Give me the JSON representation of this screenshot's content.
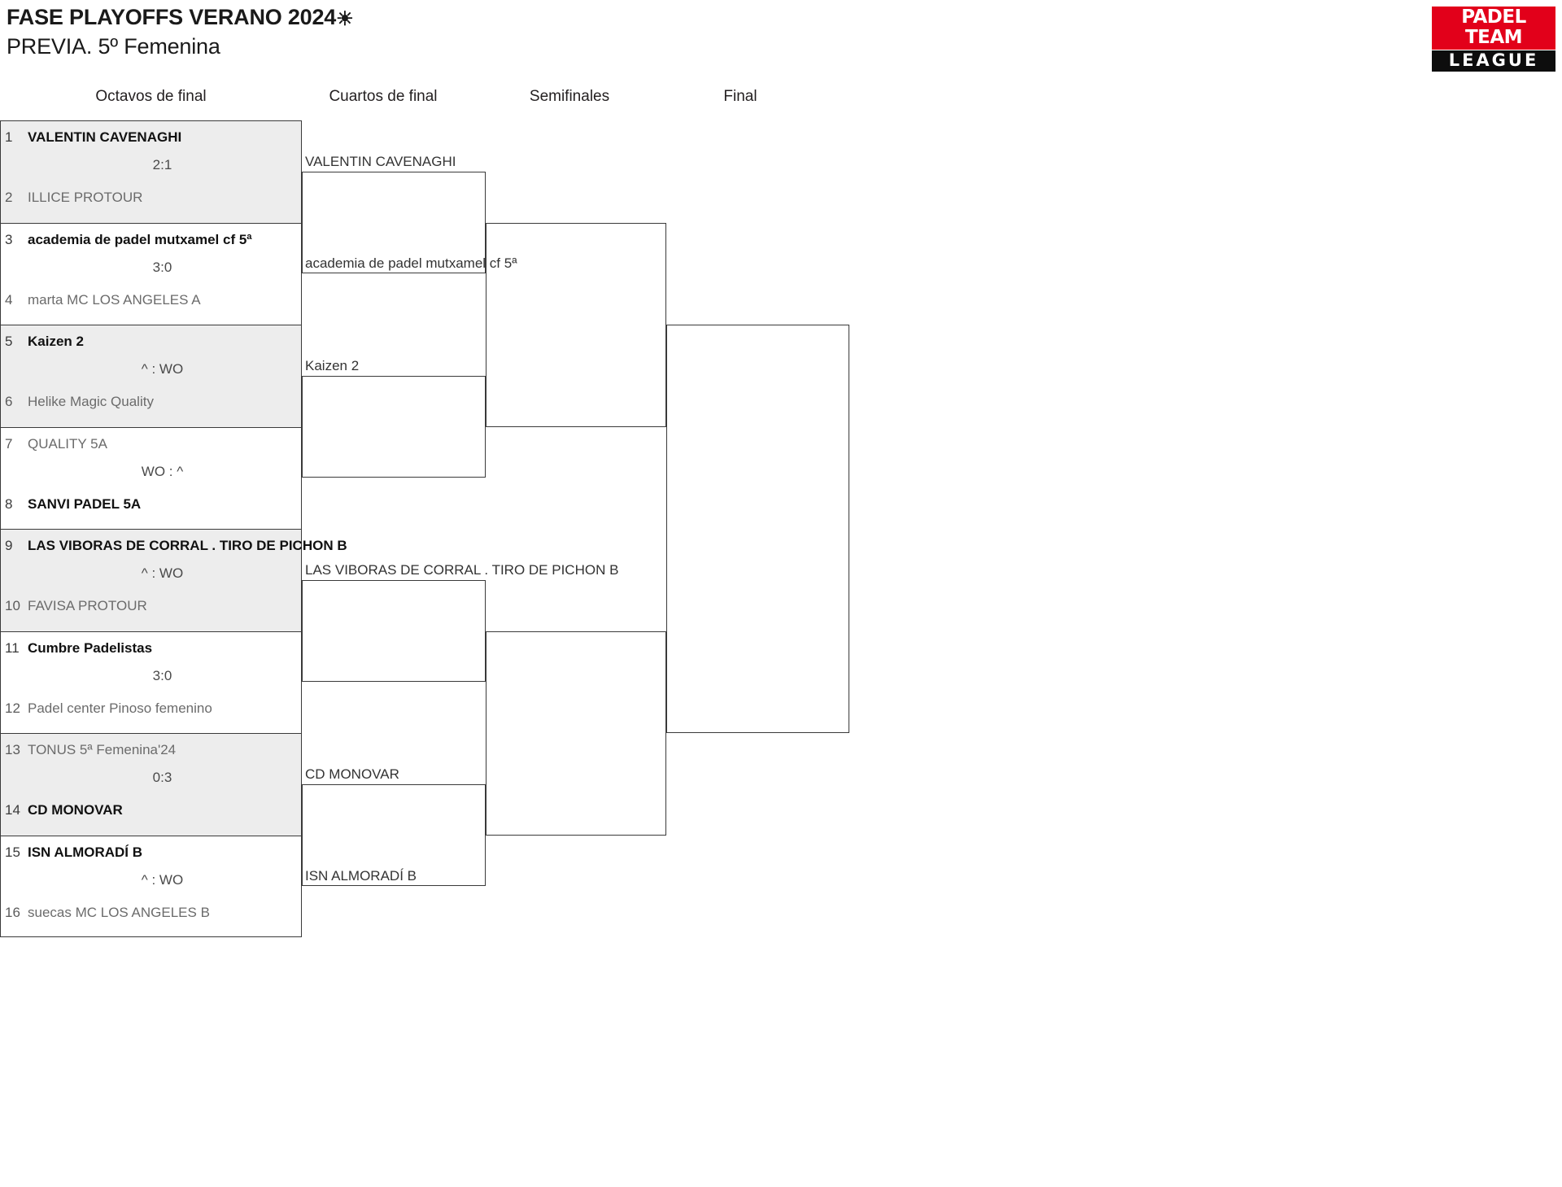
{
  "header": {
    "title_line1": "FASE PLAYOFFS VERANO 2024",
    "sun_icon": "☀",
    "title_line2": "PREVIA. 5º Femenina",
    "logo_top": "PADEL TEAM",
    "logo_bottom": "LEAGUE"
  },
  "rounds": [
    {
      "label": "Octavos de final"
    },
    {
      "label": "Cuartos de final"
    },
    {
      "label": "Semifinales"
    },
    {
      "label": "Final"
    }
  ],
  "colors": {
    "shaded_row": "#ededed",
    "border": "#3a3a3a",
    "winner_text": "#111111",
    "loser_text": "#6b6b6b",
    "logo_red": "#e2001a",
    "logo_black": "#0d0d0d"
  },
  "bracket": {
    "round1": [
      {
        "score": "2:1",
        "teams": [
          {
            "seed": "1",
            "name": "VALENTIN CAVENAGHI",
            "winner": true
          },
          {
            "seed": "2",
            "name": "ILLICE PROTOUR",
            "winner": false
          }
        ]
      },
      {
        "score": "3:0",
        "teams": [
          {
            "seed": "3",
            "name": "academia de padel mutxamel cf 5ª",
            "winner": true
          },
          {
            "seed": "4",
            "name": "marta MC LOS ANGELES A",
            "winner": false
          }
        ]
      },
      {
        "score": "^ : WO",
        "teams": [
          {
            "seed": "5",
            "name": "Kaizen 2",
            "winner": true
          },
          {
            "seed": "6",
            "name": "Helike Magic Quality",
            "winner": false
          }
        ]
      },
      {
        "score": "WO : ^",
        "teams": [
          {
            "seed": "7",
            "name": "QUALITY 5A",
            "winner": false
          },
          {
            "seed": "8",
            "name": "SANVI PADEL 5A",
            "winner": true
          }
        ]
      },
      {
        "score": "^ : WO",
        "teams": [
          {
            "seed": "9",
            "name": "LAS VIBORAS DE CORRAL . TIRO DE PICHON B",
            "winner": true
          },
          {
            "seed": "10",
            "name": "FAVISA PROTOUR",
            "winner": false
          }
        ]
      },
      {
        "score": "3:0",
        "teams": [
          {
            "seed": "11",
            "name": "Cumbre Padelistas",
            "winner": true
          },
          {
            "seed": "12",
            "name": "Padel center Pinoso femenino",
            "winner": false
          }
        ]
      },
      {
        "score": "0:3",
        "teams": [
          {
            "seed": "13",
            "name": "TONUS 5ª Femenina'24",
            "winner": false
          },
          {
            "seed": "14",
            "name": "CD MONOVAR",
            "winner": true
          }
        ]
      },
      {
        "score": "^ : WO",
        "teams": [
          {
            "seed": "15",
            "name": "ISN ALMORADÍ B",
            "winner": true
          },
          {
            "seed": "16",
            "name": "suecas MC LOS ANGELES B",
            "winner": false
          }
        ]
      }
    ],
    "round2": [
      {
        "name": "VALENTIN CAVENAGHI"
      },
      {
        "name": "academia de padel mutxamel cf 5ª"
      },
      {
        "name": "Kaizen 2"
      },
      {
        "name": ""
      },
      {
        "name": "LAS VIBORAS DE CORRAL . TIRO DE PICHON B"
      },
      {
        "name": ""
      },
      {
        "name": "CD MONOVAR"
      },
      {
        "name": "ISN ALMORADÍ B"
      }
    ],
    "round3": [
      {
        "name": ""
      },
      {
        "name": ""
      }
    ],
    "round4": [
      {
        "name": ""
      }
    ]
  }
}
